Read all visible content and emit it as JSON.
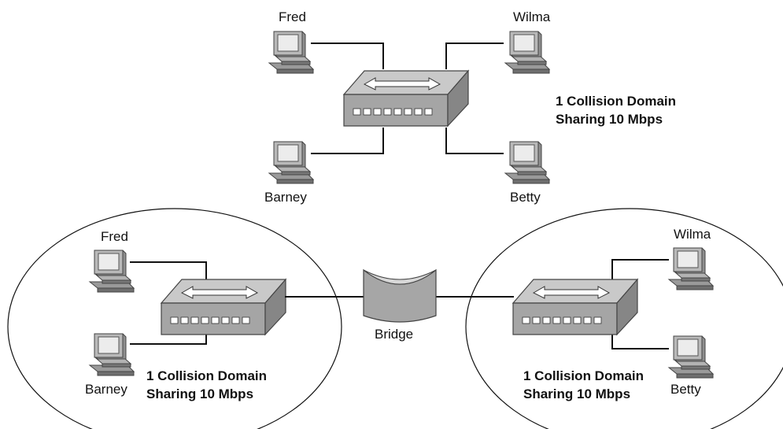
{
  "top_network": {
    "hosts": {
      "tl": "Fred",
      "tr": "Wilma",
      "bl": "Barney",
      "br": "Betty"
    },
    "caption": {
      "line1": "1 Collision Domain",
      "line2": "Sharing 10 Mbps"
    }
  },
  "bottom_left": {
    "hosts": {
      "top": "Fred",
      "bottom": "Barney"
    },
    "caption": {
      "line1": "1 Collision Domain",
      "line2": "Sharing 10 Mbps"
    }
  },
  "bottom_right": {
    "hosts": {
      "top": "Wilma",
      "bottom": "Betty"
    },
    "caption": {
      "line1": "1 Collision Domain",
      "line2": "Sharing 10 Mbps"
    }
  },
  "bridge": {
    "label": "Bridge"
  },
  "colors": {
    "device_top": "#c9c9c9",
    "device_side": "#8c8c8c",
    "device_front": "#a7a7a7",
    "screen": "#e8e8e8"
  },
  "icons": {
    "host": "pc-workstation-icon",
    "hub": "hub-icon",
    "bridge": "bridge-icon"
  }
}
